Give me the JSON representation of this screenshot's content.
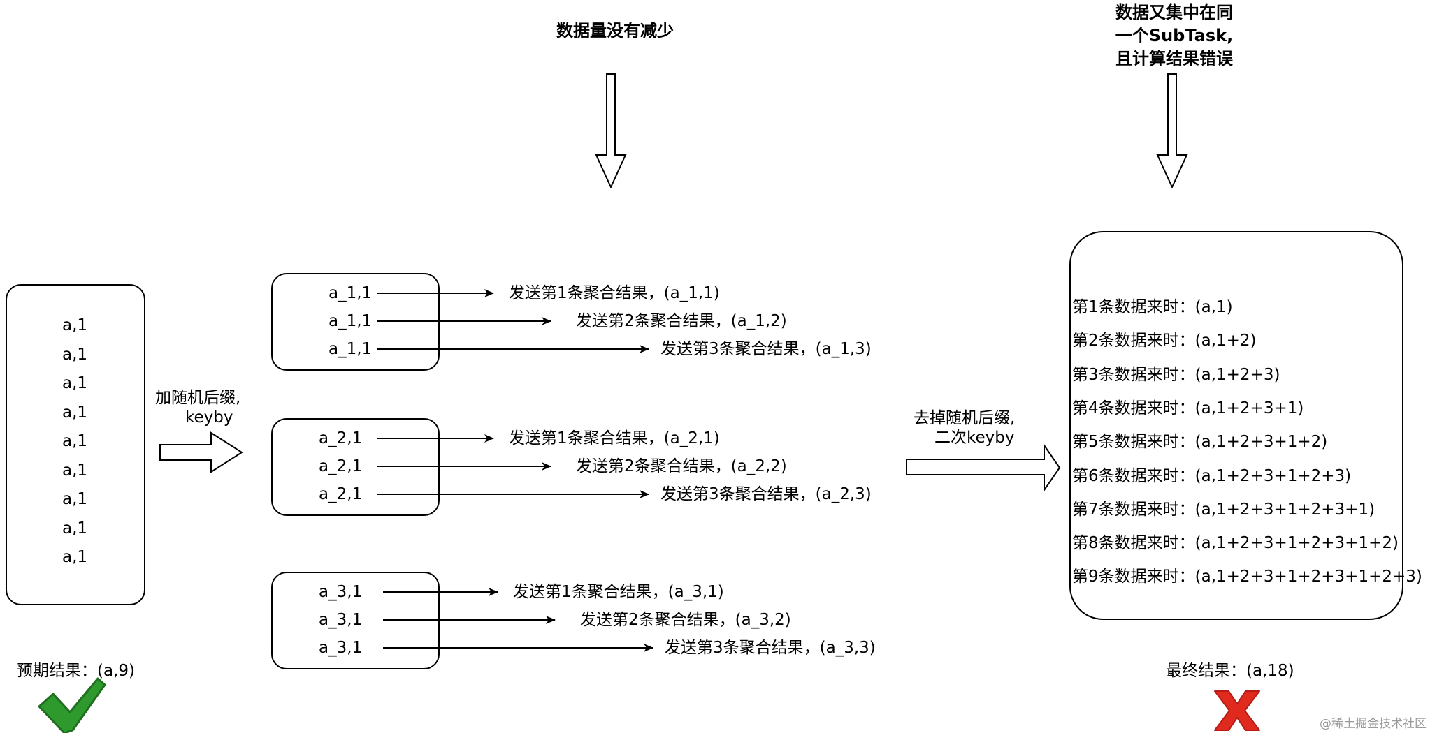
{
  "source": {
    "items": [
      "a,1",
      "a,1",
      "a,1",
      "a,1",
      "a,1",
      "a,1",
      "a,1",
      "a,1",
      "a,1"
    ],
    "expected_label": "预期结果：(a,9)"
  },
  "step1_label": [
    "加随机后缀,",
    "keyby"
  ],
  "step2_label": [
    "去掉随机后缀,",
    "二次keyby"
  ],
  "top_notes": {
    "middle": "数据量没有减少",
    "right": [
      "数据又集中在同",
      "一个SubTask,",
      "且计算结果错误"
    ]
  },
  "groups": [
    {
      "records": [
        "a_1,1",
        "a_1,1",
        "a_1,1"
      ],
      "results": [
        "发送第1条聚合结果，(a_1,1)",
        "发送第2条聚合结果，(a_1,2)",
        "发送第3条聚合结果，(a_1,3)"
      ]
    },
    {
      "records": [
        "a_2,1",
        "a_2,1",
        "a_2,1"
      ],
      "results": [
        "发送第1条聚合结果，(a_2,1)",
        "发送第2条聚合结果，(a_2,2)",
        "发送第3条聚合结果，(a_2,3)"
      ]
    },
    {
      "records": [
        "a_3,1",
        "a_3,1",
        "a_3,1"
      ],
      "results": [
        "发送第1条聚合结果，(a_3,1)",
        "发送第2条聚合结果，(a_3,2)",
        "发送第3条聚合结果，(a_3,3)"
      ]
    }
  ],
  "final": {
    "rows": [
      "第1条数据来时：(a,1)",
      "第2条数据来时：(a,1+2)",
      "第3条数据来时：(a,1+2+3)",
      "第4条数据来时：(a,1+2+3+1)",
      "第5条数据来时：(a,1+2+3+1+2)",
      "第6条数据来时：(a,1+2+3+1+2+3)",
      "第7条数据来时：(a,1+2+3+1+2+3+1)",
      "第8条数据来时：(a,1+2+3+1+2+3+1+2)",
      "第9条数据来时：(a,1+2+3+1+2+3+1+2+3)"
    ],
    "result_label": "最终结果：(a,18)"
  },
  "watermark": "@稀土掘金技术社区",
  "icons": {
    "ok": "check-mark-icon",
    "fail": "cross-mark-icon"
  },
  "colors": {
    "check": "#2e9a2e",
    "check_dark": "#1f6f1f",
    "cross": "#e02a1e",
    "line": "#000000"
  }
}
